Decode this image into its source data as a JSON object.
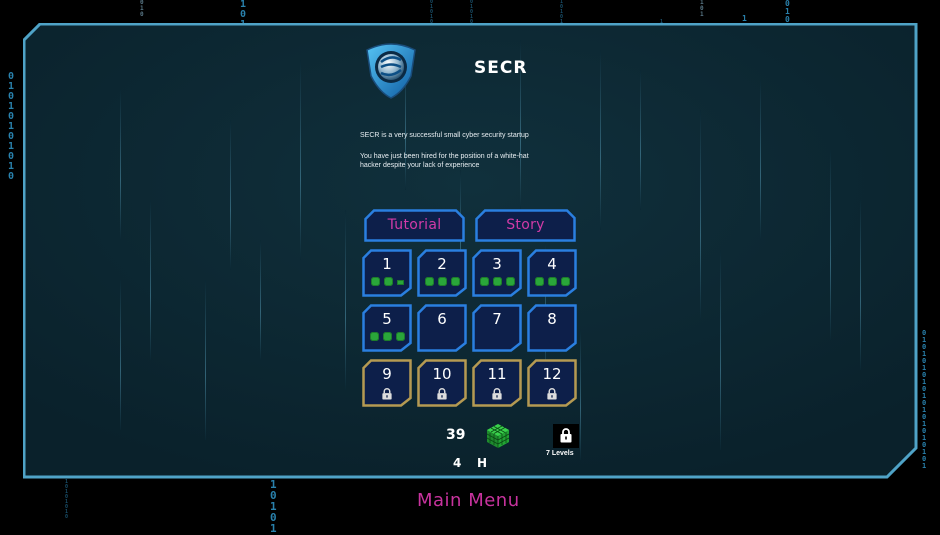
{
  "game": {
    "title": "SECR",
    "logo_icon": "shield-s-emblem-icon",
    "description": [
      "SECR is a very successful small cyber security startup",
      "You have just been hired for the position of a white-hat",
      "hacker despite your lack of experience"
    ]
  },
  "modes": [
    {
      "label": "Tutorial"
    },
    {
      "label": "Story"
    }
  ],
  "levels": [
    {
      "number": "1",
      "state": "unlocked",
      "gems": [
        "full",
        "full",
        "partial"
      ]
    },
    {
      "number": "2",
      "state": "unlocked",
      "gems": [
        "full",
        "full",
        "full"
      ]
    },
    {
      "number": "3",
      "state": "unlocked",
      "gems": [
        "full",
        "full",
        "full"
      ]
    },
    {
      "number": "4",
      "state": "unlocked",
      "gems": [
        "full",
        "full",
        "full"
      ]
    },
    {
      "number": "5",
      "state": "unlocked",
      "gems": [
        "full",
        "full",
        "full"
      ]
    },
    {
      "number": "6",
      "state": "unlocked",
      "gems": []
    },
    {
      "number": "7",
      "state": "unlocked",
      "gems": []
    },
    {
      "number": "8",
      "state": "unlocked",
      "gems": []
    },
    {
      "number": "9",
      "state": "locked",
      "gems": []
    },
    {
      "number": "10",
      "state": "locked",
      "gems": []
    },
    {
      "number": "11",
      "state": "locked",
      "gems": []
    },
    {
      "number": "12",
      "state": "locked",
      "gems": []
    }
  ],
  "stats": {
    "cubes_count": "39",
    "cube_icon": "green-cube-icon",
    "hints_count": "4",
    "hints_label": "H",
    "lock_icon": "padlock-icon",
    "locked_levels_label": "7 Levels"
  },
  "footer": {
    "main_menu_label": "Main Menu"
  },
  "colors": {
    "panel_fill": "#0d2530",
    "panel_border": "#4fa3c7",
    "tile_fill": "#0d1f4a",
    "tile_border_unlocked": "#2a7fe0",
    "tile_border_locked": "#b59a52",
    "mode_text": "#d13ba7",
    "gem": "#2aa63a",
    "main_menu": "#c8339e",
    "rain": "#2e8fbf"
  }
}
